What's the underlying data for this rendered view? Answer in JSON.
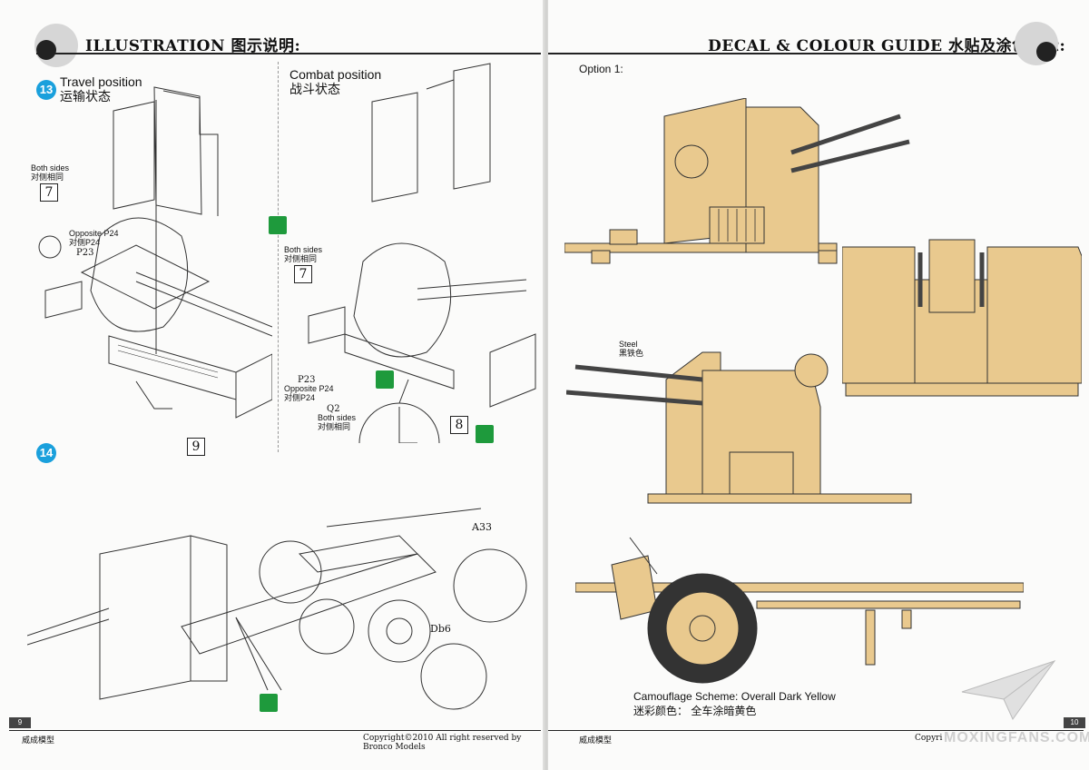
{
  "left_page": {
    "header": "ILLUSTRATION 图示说明:",
    "step13": {
      "number": "13",
      "travel_title": "Travel position",
      "travel_title_cn": "运输状态",
      "combat_title": "Combat position",
      "combat_title_cn": "战斗状态",
      "both_sides_1": "Both sides",
      "both_sides_1_cn": "对侧相同",
      "box_7a": "7",
      "opposite_p24_1": "Opposite P24",
      "opposite_p24_1_cn": "对侧P24",
      "p23_1": "P23",
      "box_9": "9",
      "both_sides_2": "Both sides",
      "both_sides_2_cn": "对侧相同",
      "box_7b": "7",
      "p23_2": "P23",
      "opposite_p24_2": "Opposite P24",
      "opposite_p24_2_cn": "对侧P24",
      "q2": "Q2",
      "both_sides_3": "Both sides",
      "both_sides_3_cn": "对侧相同",
      "box_8": "8"
    },
    "step14": {
      "number": "14",
      "a33": "A33",
      "db6": "Db6"
    },
    "page_number": "9",
    "footer_left": "威成模型",
    "footer_copyright": "Copyright©2010  All right reserved by Bronco Models"
  },
  "right_page": {
    "header": "DECAL & COLOUR GUIDE 水贴及涂色指示:",
    "option": "Option 1:",
    "steel": "Steel",
    "steel_cn": "黑铁色",
    "camo": "Camouflage Scheme: Overall Dark Yellow",
    "camo_cn": "迷彩颜色： 全车涂暗黄色",
    "page_number": "10",
    "footer_left": "威成模型",
    "footer_copyright": "Copyri",
    "watermark": "MOXINGFANS.COM"
  },
  "colors": {
    "dark_yellow": "#e9c98e",
    "step_blue": "#1aa0dc",
    "glue_green": "#1e9a3c",
    "line": "#222222"
  }
}
